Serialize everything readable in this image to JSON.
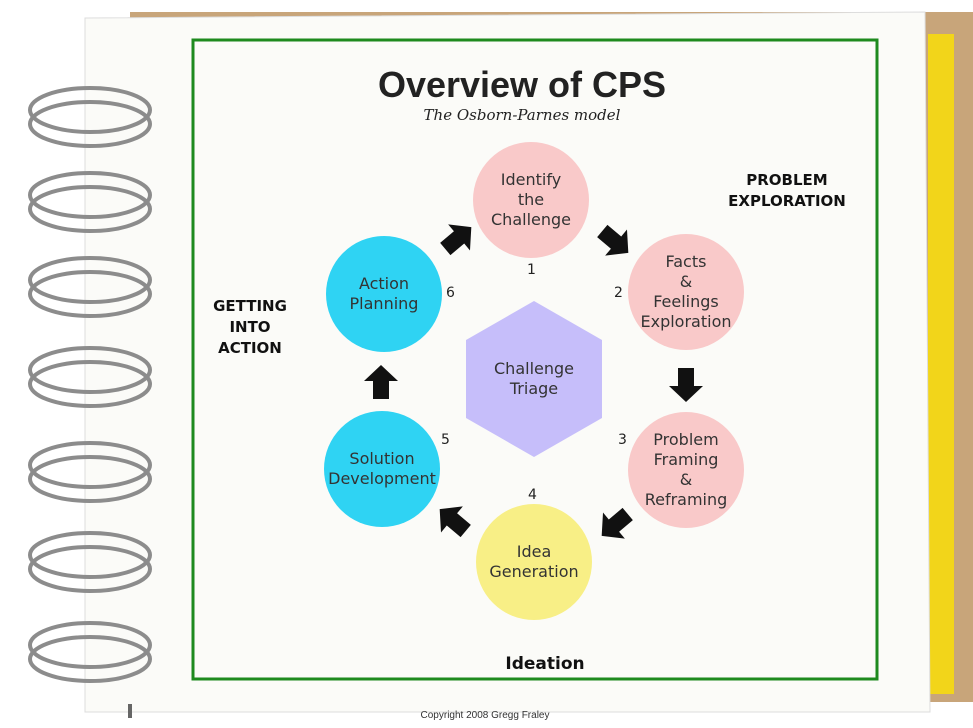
{
  "title": "Overview of CPS",
  "subtitle": "The Osborn-Parnes model",
  "stages": [
    {
      "number": "1",
      "label": "Identify\nthe\nChallenge",
      "color": "#f9c9c9"
    },
    {
      "number": "2",
      "label": "Facts\n&\nFeelings\nExploration",
      "color": "#f9c9c9"
    },
    {
      "number": "3",
      "label": "Problem\nFraming\n&\nReframing",
      "color": "#f9c9c9"
    },
    {
      "number": "4",
      "label": "Idea\nGeneration",
      "color": "#f8ef86"
    },
    {
      "number": "5",
      "label": "Solution\nDevelopment",
      "color": "#2fd3f3"
    },
    {
      "number": "6",
      "label": "Action\nPlanning",
      "color": "#2fd3f3"
    }
  ],
  "center": {
    "label": "Challenge\nTriage",
    "color": "#c6befa"
  },
  "phases": {
    "problem_exploration": "PROBLEM\nEXPLORATION",
    "getting_into_action": "GETTING\nINTO\nACTION",
    "ideation": "Ideation"
  },
  "copyright": "Copyright 2008 Gregg Fraley",
  "colors": {
    "frame_border": "#1e8a1e",
    "cardboard": "#c8a57a",
    "tab": "#f2d51a"
  }
}
